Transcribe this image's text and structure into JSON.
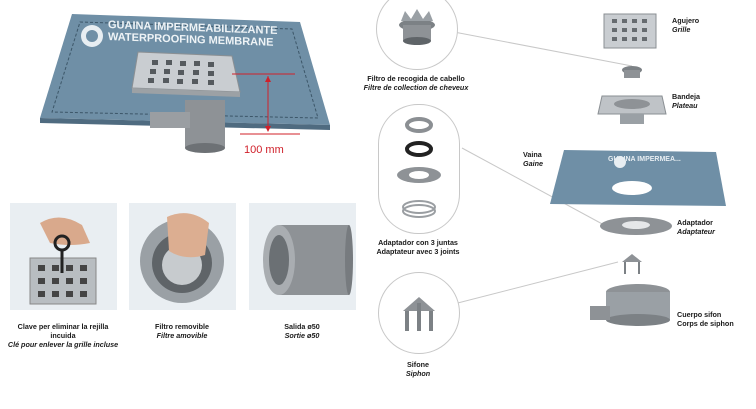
{
  "membrane_text": {
    "line1": "GUAINA IMPERMEABILIZZANTE",
    "line2": "WATERPROOFING MEMBRANE"
  },
  "dimension_label": "100 mm",
  "thumbnails": [
    {
      "line1": "Clave per eliminar la rejilla",
      "line2": "incuida",
      "line3": "Clé pour enlever la grille incluse"
    },
    {
      "line1": "Filtro removible",
      "line2": "Filtre amovible"
    },
    {
      "line1": "Salida ø50",
      "line2": "Sortie ø50"
    }
  ],
  "components": {
    "hair_filter": {
      "es": "Filtro de recogida de cabello",
      "fr": "Filtre de collection de cheveux"
    },
    "gaskets": {
      "es": "Adaptador con 3 juntas",
      "fr": "Adaptateur avec 3 joints"
    },
    "siphon": {
      "es": "Sifone",
      "fr": "Siphon"
    },
    "grille": {
      "es": "Agujero",
      "fr": "Grille"
    },
    "tray": {
      "es": "Bandeja",
      "fr": "Plateau"
    },
    "sheath": {
      "es": "Vaina",
      "fr": "Gaine"
    },
    "adapter": {
      "es": "Adaptador",
      "fr": "Adaptateur"
    },
    "body": {
      "es": "Cuerpo sifon",
      "fr": "Corps de siphon"
    }
  },
  "sheath_print": "GUAINA IMPERMEA...",
  "colors": {
    "membrane": "#6f8fa6",
    "accent_red": "#d0202a",
    "steel": "#b9bec3",
    "grey_plastic": "#8e9296"
  }
}
